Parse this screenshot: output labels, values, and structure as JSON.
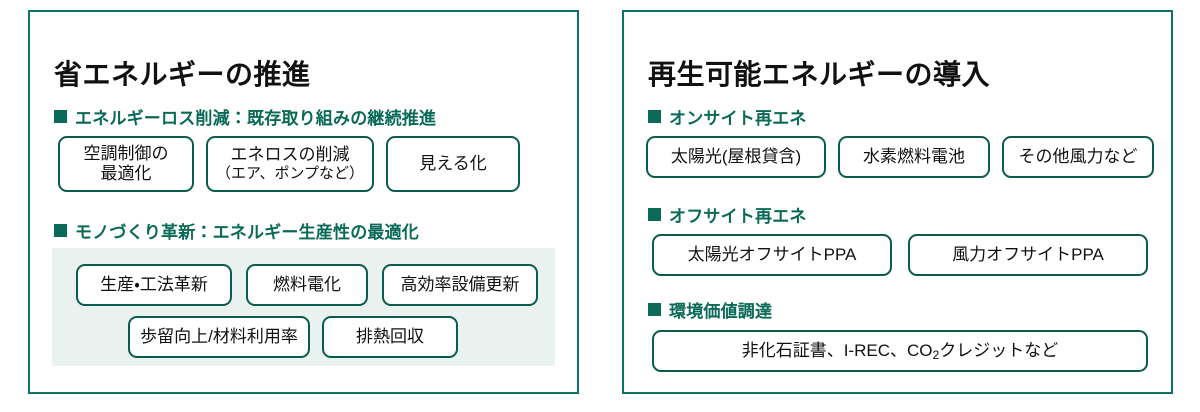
{
  "colors": {
    "panel_border": "#0c7366",
    "heading_green": "#0a6a57",
    "pill_border": "#0a5c4e",
    "band_fill": "#eaf2ef",
    "text": "#111111",
    "background": "#ffffff"
  },
  "left_panel": {
    "title": "省エネルギーの推進",
    "sections": [
      {
        "heading": "エネルギーロス削減：既存取り組みの継続推進",
        "items": [
          {
            "line1": "空調制御の",
            "line2": "最適化"
          },
          {
            "line1": "エネロスの削減",
            "line2": "（エア、ポンプなど）"
          },
          {
            "line1": "見える化",
            "line2": ""
          }
        ]
      },
      {
        "heading": "モノづくり革新：エネルギー生産性の最適化",
        "row1": [
          {
            "line1": "生産・工法革新"
          },
          {
            "line1": "燃料電化"
          },
          {
            "line1": "高効率設備更新"
          }
        ],
        "row2": [
          {
            "line1": "歩留向上/材料利用率"
          },
          {
            "line1": "排熱回収"
          }
        ]
      }
    ]
  },
  "right_panel": {
    "title": "再生可能エネルギーの導入",
    "sections": [
      {
        "heading": "オンサイト再エネ",
        "items": [
          {
            "line1": "太陽光(屋根貸含)"
          },
          {
            "line1": "水素燃料電池"
          },
          {
            "line1": "その他風力など"
          }
        ]
      },
      {
        "heading": "オフサイト再エネ",
        "items": [
          {
            "line1": "太陽光オフサイトPPA"
          },
          {
            "line1": "風力オフサイトPPA"
          }
        ]
      },
      {
        "heading": "環境価値調達",
        "items": [
          {
            "line1_pre": "非化石証書、I-REC、CO",
            "sub": "2",
            "line1_post": "クレジットなど"
          }
        ]
      }
    ]
  }
}
